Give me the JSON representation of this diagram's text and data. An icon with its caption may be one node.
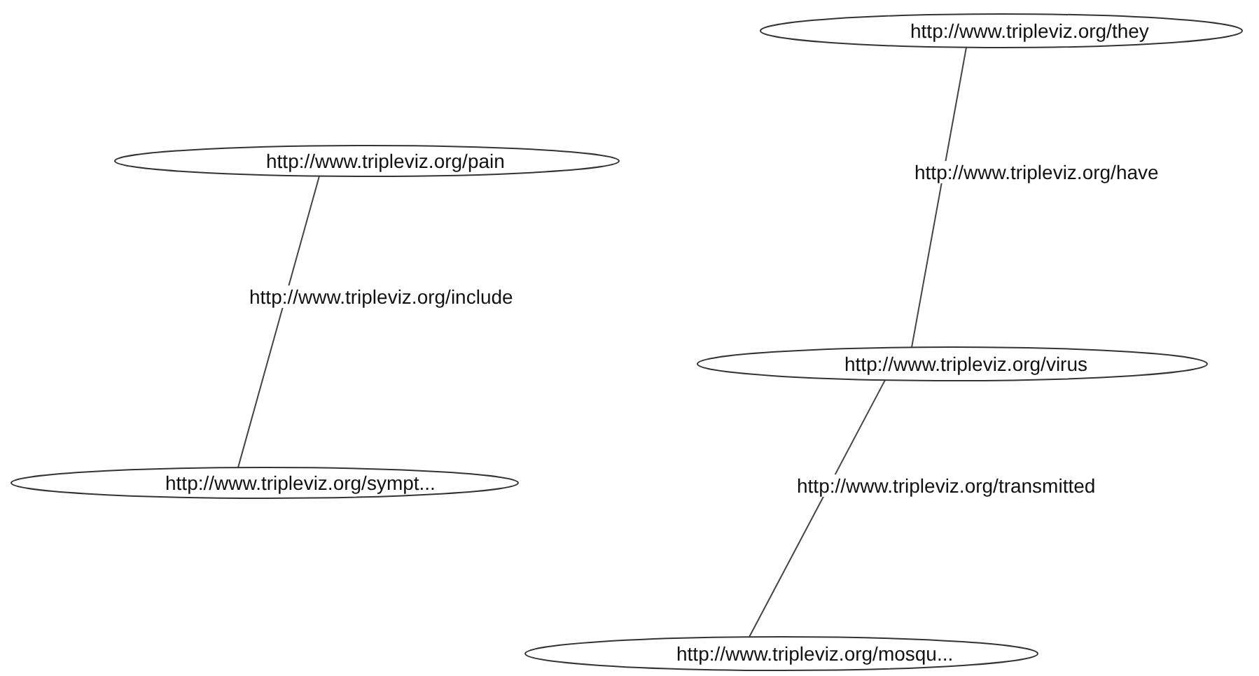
{
  "diagram": {
    "nodes": [
      {
        "text": [
          "http://www.tripleviz.org/pain"
        ]
      },
      {
        "text": [
          "http://www.tripleviz.org/sympt..."
        ]
      },
      {
        "text": [
          "http://www.tripleviz.org/they"
        ]
      },
      {
        "text": [
          "http://www.tripleviz.org/virus"
        ]
      },
      {
        "text": [
          "http://www.tripleviz.org/mosqu..."
        ]
      }
    ],
    "edges": [
      {
        "from": 0,
        "to": 1,
        "arrow": "none",
        "label": "http://www.tripleviz.org/include"
      },
      {
        "from": 2,
        "to": 3,
        "arrow": "none",
        "label": "http://www.tripleviz.org/have"
      },
      {
        "from": 3,
        "to": 4,
        "arrow": "none",
        "label": "http://www.tripleviz.org/transmitted"
      }
    ]
  }
}
